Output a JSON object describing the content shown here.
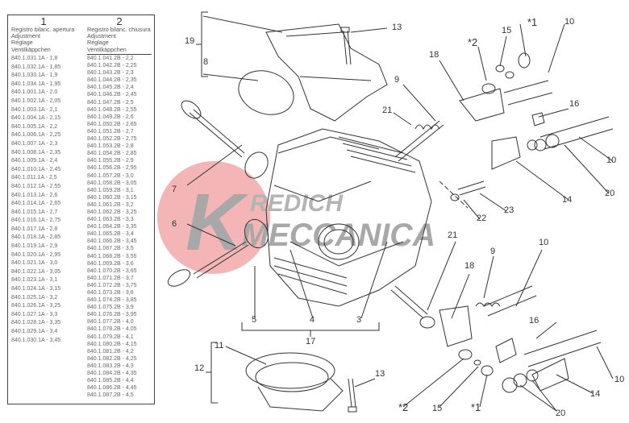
{
  "table": {
    "col1": {
      "number": "1",
      "header": [
        "Registro bilanc. apertura",
        "Adjustment",
        "Réglage",
        "Ventilkäppchen"
      ],
      "rows": [
        "840.1.031.1A - 1,8",
        "840.1.032.1A - 1,85",
        "840.1.033.1A - 1,9",
        "840.1.034.1A - 1,95",
        "840.1.001.1A - 2,0",
        "840.1.002.1A - 2,05",
        "840.1.003.1A - 2,1",
        "840.1.004.1A - 2,15",
        "840.1.005.1A - 2,2",
        "840.1.006.1A - 2,25",
        "840.1.007.1A - 2,3",
        "840.1.008.1A - 2,35",
        "840.1.009.1A - 2,4",
        "840.1.010.1A - 2,45",
        "840.1.011.1A - 2,5",
        "840.1.012.1A - 2,55",
        "840.1.013.1A - 2,6",
        "840.1.014.1A - 2,65",
        "840.1.015.1A - 2,7",
        "840.1.016.1A - 2,75",
        "840.1.017.1A - 2,8",
        "840.1.018.1A - 2,85",
        "840.1.019.1A - 2,9",
        "840.1.020.1A - 2,95",
        "840.1.021.1A - 3,0",
        "840.1.022.1A - 3,05",
        "840.1.023.1A - 3,1",
        "840.1.024.1A - 3,15",
        "840.1.025.1A - 3,2",
        "840.1.026.1A - 3,25",
        "840.1.027.1A - 3,3",
        "840.1.028.1A - 3,35",
        "840.1.029.1A - 3,4",
        "840.1.030.1A - 3,45"
      ]
    },
    "col2": {
      "number": "2",
      "header": [
        "Registro bilanc. chiusura",
        "Adjustment",
        "Réglage",
        "Ventilkäppchen"
      ],
      "rows": [
        "840.1.041.2B - 2,2",
        "840.1.042.2B - 2,25",
        "840.1.043.2B - 2,3",
        "840.1.044.2B - 2,35",
        "840.1.045.2B - 2,4",
        "840.1.046.2B - 2,45",
        "840.1.047.2B - 2,5",
        "840.1.048.2B - 2,55",
        "840.1.049.2B - 2,6",
        "840.1.050.2B - 2,65",
        "840.1.051.2B - 2,7",
        "840.1.052.2B - 2,75",
        "840.1.053.2B - 2,8",
        "840.1.054.2B - 2,85",
        "840.1.055.2B - 2,9",
        "840.1.056.2B - 2,95",
        "840.1.057.2B - 3,0",
        "840.1.058.2B - 3,05",
        "840.1.059.2B - 3,1",
        "840.1.060.2B - 3,15",
        "840.1.061.2B - 3,2",
        "840.1.062.2B - 3,25",
        "840.1.063.2B - 3,3",
        "840.1.064.2B - 3,35",
        "840.1.065.2B - 3,4",
        "840.1.066.2B - 3,45",
        "840.1.067.2B - 3,5",
        "840.1.068.2B - 3,55",
        "840.1.069.2B - 3,6",
        "840.1.070.2B - 3,65",
        "840.1.071.2B - 3,7",
        "840.1.072.2B - 3,75",
        "840.1.073.2B - 3,8",
        "840.1.074.2B - 3,85",
        "840.1.075.2B - 3,9",
        "840.1.076.2B - 3,95",
        "840.1.077.2B - 4,0",
        "840.1.078.2B - 4,05",
        "840.1.079.2B - 4,1",
        "840.1.080.2B - 4,15",
        "840.1.081.2B - 4,2",
        "840.1.082.2B - 4,25",
        "840.1.083.2B - 4,3",
        "840.1.084.2B - 4,35",
        "840.1.085.2B - 4,4",
        "840.1.086.2B - 4,45",
        "840.1.087.2B - 4,5"
      ]
    }
  },
  "callouts": [
    "19",
    "8",
    "13",
    "*1",
    "10",
    "15",
    "*2",
    "18",
    "9",
    "21",
    "16",
    "10",
    "20",
    "14",
    "23",
    "22",
    "7",
    "6",
    "21",
    "10",
    "9",
    "18",
    "5",
    "4",
    "3",
    "17",
    "16",
    "11",
    "12",
    "13",
    "10",
    "14",
    "*2",
    "15",
    "*1",
    "20"
  ],
  "watermark": {
    "line1": "REDICH",
    "line2": "MECCANICA",
    "letter": "K",
    "colors": {
      "circle": "#f2a9a9",
      "text": "#9a9a9a"
    }
  }
}
